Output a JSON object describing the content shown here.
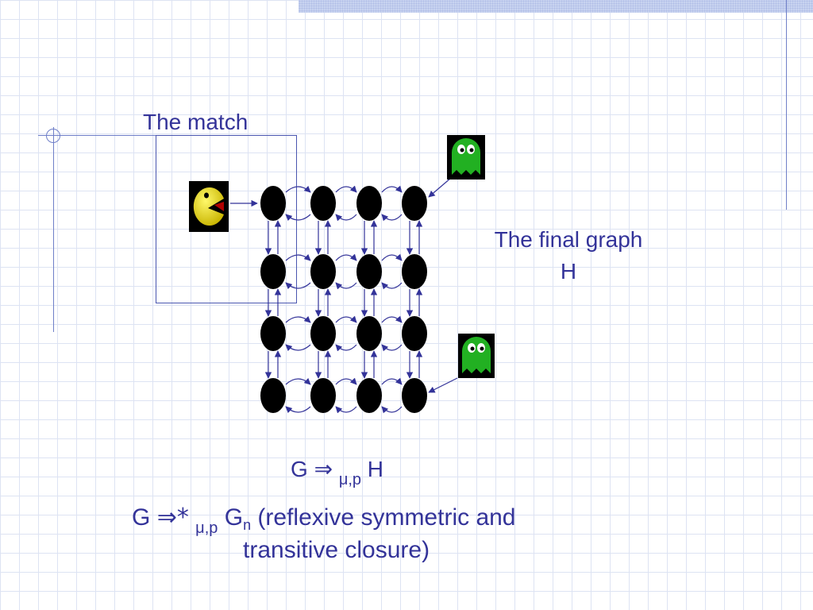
{
  "labels": {
    "match": "The match",
    "final_graph_line1": "The final graph",
    "final_graph_line2": "H"
  },
  "equation1": {
    "lhs": "G",
    "arrow": "⇒",
    "sub": "μ,p",
    "rhs": "H"
  },
  "equation2": {
    "lhs": "G",
    "arrow": "⇒*",
    "sub": "μ,p",
    "target": "G",
    "target_sub": "n",
    "text1": " (reflexive symmetric and",
    "text2": "transitive closure)"
  },
  "colors": {
    "text": "#333399",
    "node": "#000000",
    "pacman": "#f2e600",
    "ghost": "#22b022"
  },
  "icons": [
    "pacman-icon",
    "ghost-icon"
  ]
}
